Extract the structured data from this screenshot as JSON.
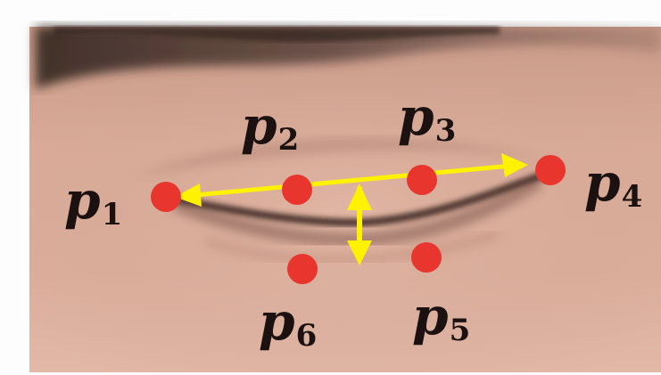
{
  "labels": {
    "p1": {
      "base": "p",
      "sub": "1"
    },
    "p2": {
      "base": "p",
      "sub": "2"
    },
    "p3": {
      "base": "p",
      "sub": "3"
    },
    "p4": {
      "base": "p",
      "sub": "4"
    },
    "p5": {
      "base": "p",
      "sub": "5"
    },
    "p6": {
      "base": "p",
      "sub": "6"
    }
  },
  "colors": {
    "landmark": "#e8362f",
    "arrow": "#fff200",
    "skin": "#d7a591",
    "label": "#1a1110"
  }
}
